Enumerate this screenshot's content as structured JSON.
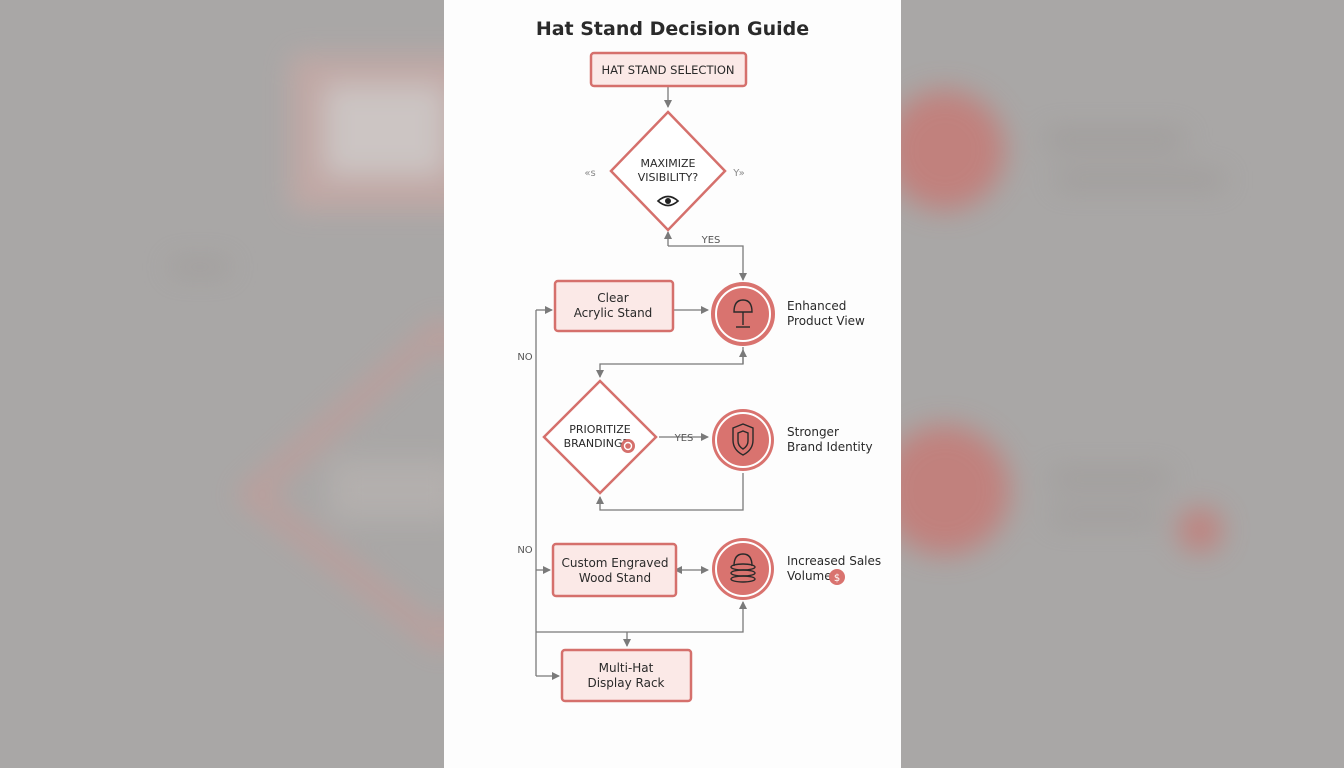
{
  "title": "Hat Stand Decision Guide",
  "colors": {
    "accent": "#d5706c",
    "node_fill": "#fbe9e7",
    "circle_fill": "#d9736f",
    "line": "#7a7a7a",
    "text": "#2a2a2a",
    "backdrop": "#a9a7a6"
  },
  "nodes": {
    "start": "HAT STAND SELECTION",
    "decision1": {
      "line1": "MAXIMIZE",
      "line2": "VISIBILITY?",
      "icon": "eye-icon"
    },
    "acrylic": {
      "line1": "Clear",
      "line2": "Acrylic Stand"
    },
    "decision2": {
      "line1": "PRIORITIZE",
      "line2": "BRANDING?",
      "icon": "badge-icon"
    },
    "engraved": {
      "line1": "Custom Engraved",
      "line2": "Wood Stand"
    },
    "rack": {
      "line1": "Multi-Hat",
      "line2": "Display Rack"
    }
  },
  "outcomes": {
    "view": {
      "line1": "Enhanced",
      "line2": "Product View",
      "icon": "lamp-icon"
    },
    "brand": {
      "line1": "Stronger",
      "line2": "Brand Identity",
      "icon": "shield-icon"
    },
    "sales": {
      "line1": "Increased Sales",
      "line2": "Volume",
      "icon": "hat-stack-icon",
      "badge": "$"
    }
  },
  "edge_labels": {
    "yes1": "YES",
    "yes2": "YES",
    "no1": "NO",
    "no2": "NO",
    "side_left": "«s",
    "side_right": "Y»"
  }
}
